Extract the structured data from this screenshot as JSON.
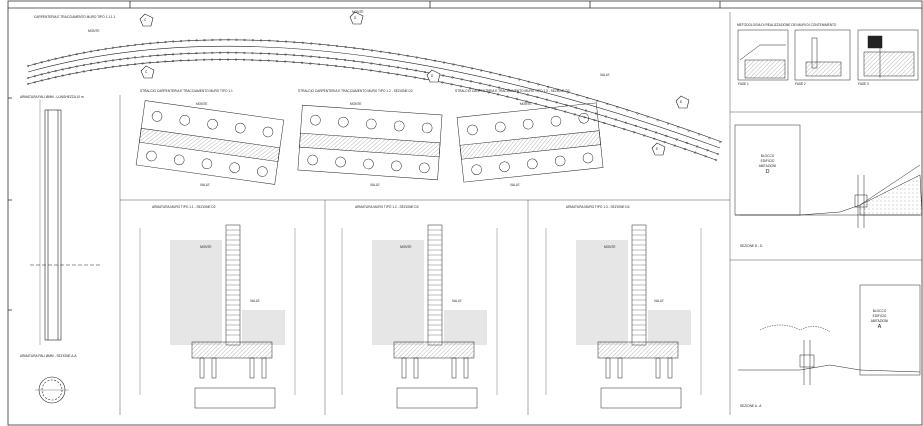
{
  "colors": {
    "line": "#1a1a1a",
    "hatch": "#9a9a9a",
    "ground": "#d9d9d9",
    "fill": "#efefef"
  },
  "drawing": {
    "plan_title": "CARPENTERIA E TRACCIAMENTO MURO TIPO 1.1.1.1",
    "plan_labels": {
      "monte": "MONTE",
      "valle": "VALLE"
    },
    "section_markers": [
      "C",
      "C",
      "D",
      "D",
      "E",
      "E"
    ],
    "left_pile": {
      "title": "ARMATURA PALI ØMM - LUNGHEZZA 10 m",
      "section_title": "ARMATURA PALI ØMM - SEZIONE A-A"
    },
    "stralci": [
      {
        "title": "STRALCIO CARPENTERIA E TRACCIAMENTO MURO TIPO 1.1",
        "monte": "MONTE",
        "valle": "VALLE"
      },
      {
        "title": "STRALCIO CARPENTERIA E TRACCIAMENTO MURO TIPO 1.2 - SEZIONE D2",
        "monte": "MONTE",
        "valle": "VALLE"
      },
      {
        "title": "STRALCIO CARPENTERIA E TRACCIAMENTO MURO TIPO 1.3 - SEZIONE D3",
        "monte": "MONTE",
        "valle": "VALLE"
      }
    ],
    "sections": [
      {
        "title": "ARMATURA MURO TIPO 1.1 - SEZIONE D2",
        "monte": "MONTE",
        "valle": "VALLE"
      },
      {
        "title": "ARMATURA MURO TIPO 1.2 - SEZIONE D3",
        "monte": "MONTE",
        "valle": "VALLE"
      },
      {
        "title": "ARMATURA MURO TIPO 1.3 - SEZIONE D4",
        "monte": "MONTE",
        "valle": "VALLE"
      }
    ],
    "method": {
      "title": "METODOLOGIA DI REALIZZAZIONE DEI MURI DI CONTENIMENTO",
      "phases": [
        "FASE 1",
        "FASE 2",
        "FASE 3"
      ]
    },
    "blocks": [
      {
        "lines": [
          "BLOCCO",
          "EDIFICIO",
          "ABITAZIONI"
        ],
        "letter": "D",
        "section": "SEZIONE D - D"
      },
      {
        "lines": [
          "BLOCCO",
          "EDIFICIO",
          "ABITAZIONI"
        ],
        "letter": "A",
        "section": "SEZIONE A - A"
      }
    ]
  }
}
